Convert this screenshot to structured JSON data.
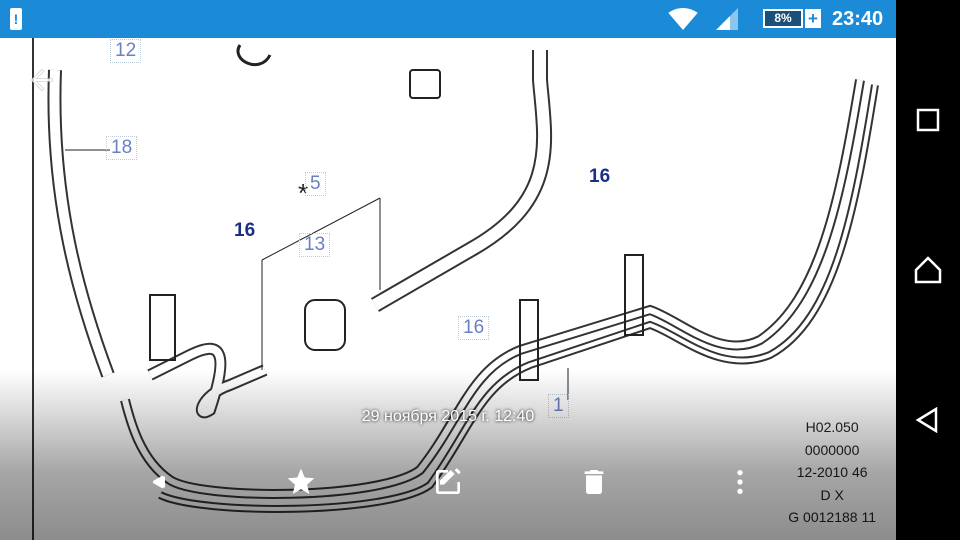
{
  "status_bar": {
    "alert": "!",
    "battery": "8%",
    "charging": "+",
    "time": "23:40"
  },
  "diagram": {
    "callouts": [
      {
        "label": "12",
        "style": "normal"
      },
      {
        "label": "18",
        "style": "normal"
      },
      {
        "label": "16",
        "style": "bold"
      },
      {
        "label": "5",
        "style": "normal"
      },
      {
        "label": "13",
        "style": "normal"
      },
      {
        "label": "16",
        "style": "bold"
      },
      {
        "label": "16",
        "style": "normal"
      },
      {
        "label": "1",
        "style": "normal"
      }
    ],
    "asterisk": "*",
    "info": [
      "H02.050",
      "0000000",
      "12-2010 46",
      "D X",
      "G 0012188 11"
    ]
  },
  "timestamp": "29 ноября 2015 г. 12:40",
  "actions": [
    "share",
    "favorite",
    "edit",
    "delete",
    "more"
  ],
  "nav": [
    "recents",
    "home",
    "back"
  ]
}
